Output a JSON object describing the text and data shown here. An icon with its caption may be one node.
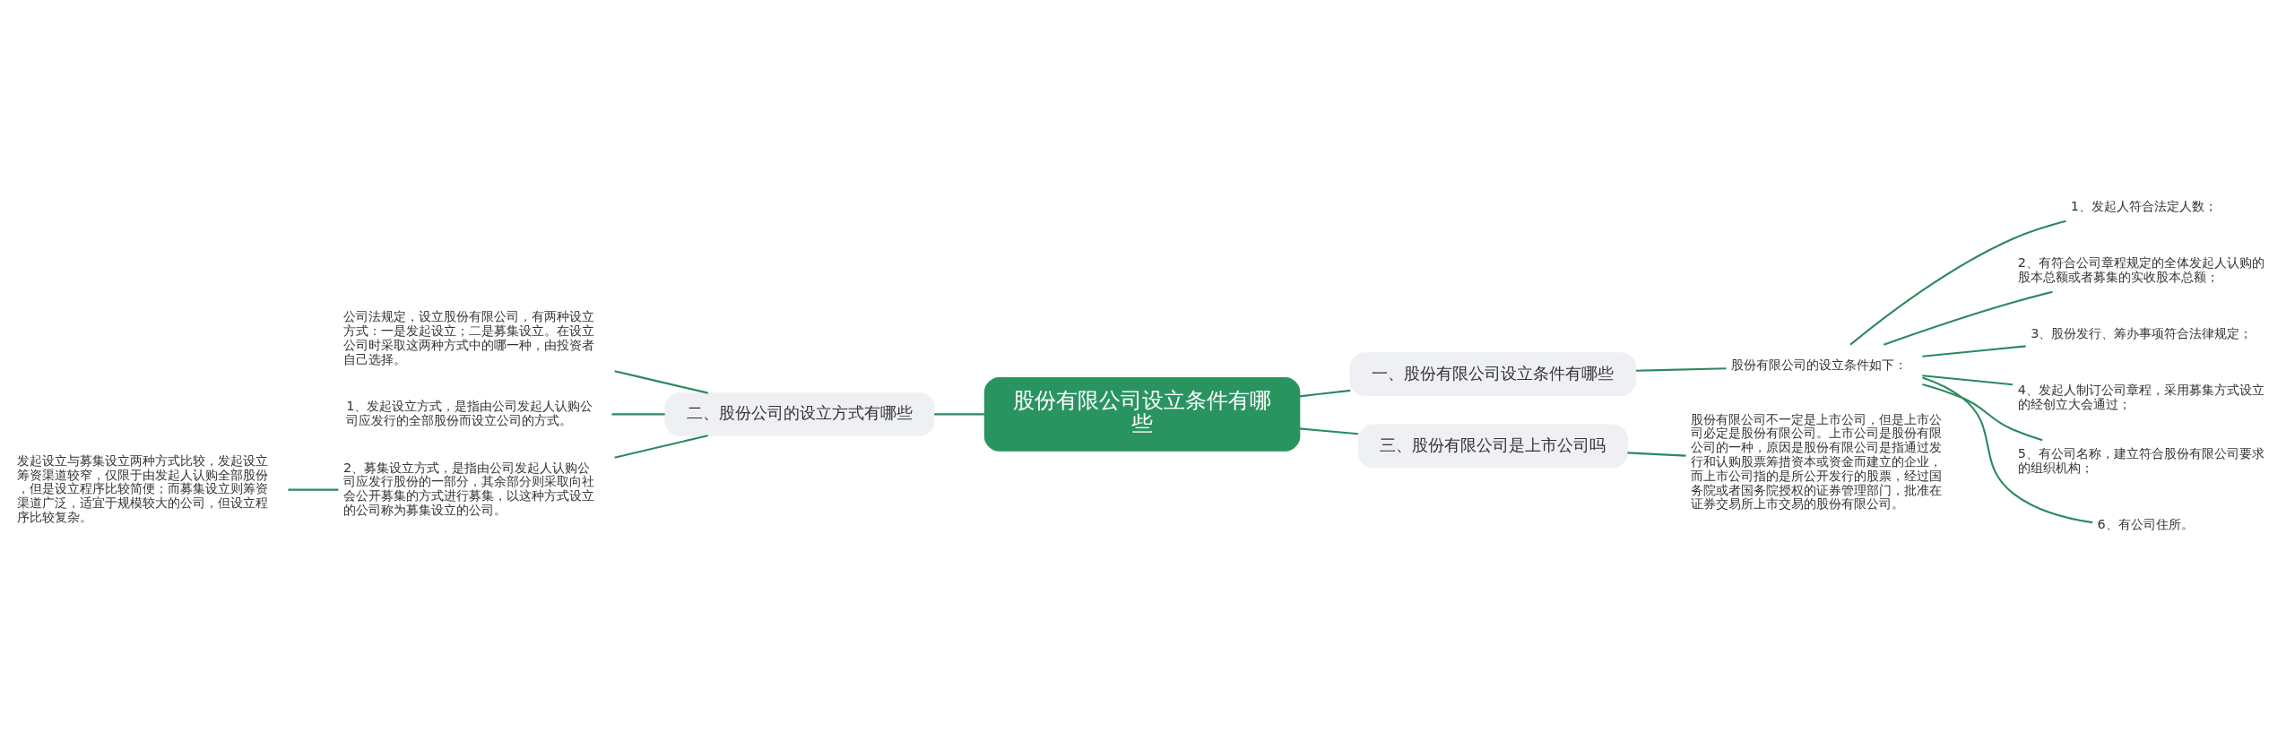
{
  "diagram": {
    "nodes": [
      {
        "text": [
          "股份有限公司设立条件有哪些"
        ]
      },
      {
        "text": [
          "一、股份有限公司设立条件有哪些"
        ]
      },
      {
        "text": [
          "股份有限公司的设立条件如下："
        ]
      },
      {
        "text": [
          "1、发起人符合法定人数；"
        ]
      },
      {
        "text": [
          "2、有符合公司章程规定的全体发起人认购的股本总额或者募集的实收股本总额；"
        ]
      },
      {
        "text": [
          "3、股份发行、筹办事项符合法律规定；"
        ]
      },
      {
        "text": [
          "4、发起人制订公司章程，采用募集方式设立的经创立大会通过；"
        ]
      },
      {
        "text": [
          "5、有公司名称，建立符合股份有限公司要求的组织机构；"
        ]
      },
      {
        "text": [
          "6、有公司住所。"
        ]
      },
      {
        "text": [
          "二、股份公司的设立方式有哪些"
        ]
      },
      {
        "text": [
          "公司法规定，设立股份有限公司，有两种设立方式：一是发起设立；二是募集设立。在设立公司时采取这两种方式中的哪一种，由投资者自己选择。"
        ]
      },
      {
        "text": [
          "1、发起设立方式，是指由公司发起人认购公司应发行的全部股份而设立公司的方式。"
        ]
      },
      {
        "text": [
          "2、募集设立方式，是指由公司发起人认购公司应发行股份的一部分，其余部分则采取向社会公开募集的方式进行募集，以这种方式设立的公司称为募集设立的公司。"
        ]
      },
      {
        "text": [
          "发起设立与募集设立两种方式比较，发起设立筹资渠道较窄，仅限于由发起人认购全部股份，但是设立程序比较简便；而募集设立则筹资渠道广泛，适宜于规模较大的公司，但设立程序比较复杂。"
        ]
      },
      {
        "text": [
          "三、股份有限公司是上市公司吗"
        ]
      },
      {
        "text": [
          "股份有限公司不一定是上市公司，但是上市公司必定是股份有限公司。上市公司是股份有限公司的一种，原因是股份有限公司是指通过发行和认购股票筹措资本或资金而建立的企业，而上市公司指的是所公开发行的股票，经过国务院或者国务院授权的证券管理部门，批准在证券交易所上市交易的股份有限公司。"
        ]
      }
    ],
    "edges": [
      {
        "from": 0,
        "to": 1,
        "arrow": "none"
      },
      {
        "from": 1,
        "to": 2,
        "arrow": "none"
      },
      {
        "from": 2,
        "to": 3,
        "arrow": "none"
      },
      {
        "from": 2,
        "to": 4,
        "arrow": "none"
      },
      {
        "from": 2,
        "to": 5,
        "arrow": "none"
      },
      {
        "from": 2,
        "to": 6,
        "arrow": "none"
      },
      {
        "from": 2,
        "to": 7,
        "arrow": "none"
      },
      {
        "from": 2,
        "to": 8,
        "arrow": "none"
      },
      {
        "from": 0,
        "to": 9,
        "arrow": "none"
      },
      {
        "from": 9,
        "to": 10,
        "arrow": "none"
      },
      {
        "from": 9,
        "to": 11,
        "arrow": "none"
      },
      {
        "from": 9,
        "to": 12,
        "arrow": "none"
      },
      {
        "from": 12,
        "to": 13,
        "arrow": "none"
      },
      {
        "from": 0,
        "to": 14,
        "arrow": "none"
      },
      {
        "from": 14,
        "to": 15,
        "arrow": "none"
      }
    ]
  }
}
